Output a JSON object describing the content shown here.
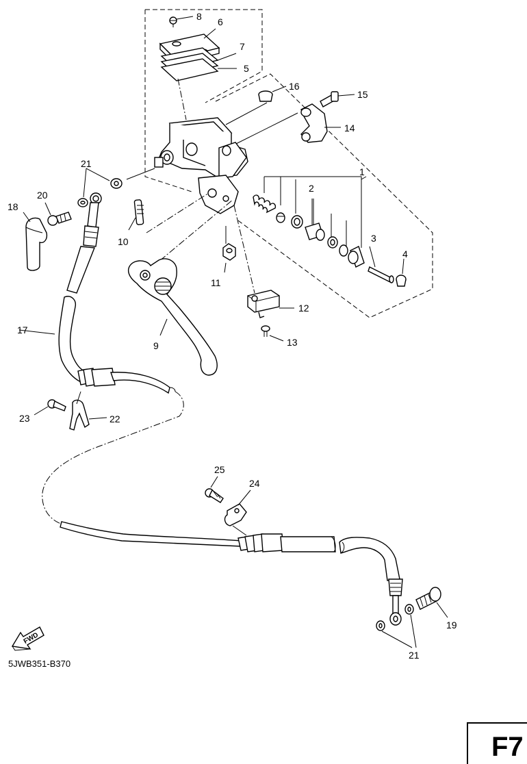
{
  "diagram": {
    "callouts": {
      "c1": "1",
      "c2": "2",
      "c3": "3",
      "c4": "4",
      "c5": "5",
      "c6": "6",
      "c7": "7",
      "c8": "8",
      "c9": "9",
      "c10": "10",
      "c11": "11",
      "c12": "12",
      "c13": "13",
      "c14": "14",
      "c15": "15",
      "c16": "16",
      "c17": "17",
      "c18": "18",
      "c19": "19",
      "c20": "20",
      "c21a": "21",
      "c21b": "21",
      "c22": "22",
      "c23": "23",
      "c24": "24",
      "c25": "25"
    },
    "fwd_label": "FWD",
    "diagram_code": "5JWB351-B370",
    "page_tag": "F7"
  }
}
